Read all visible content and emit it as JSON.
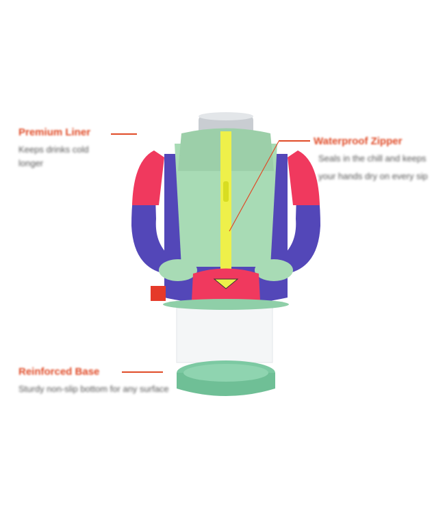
{
  "callouts": [
    {
      "title": "Premium Liner",
      "desc_lines": [
        "Keeps drinks cold",
        "longer"
      ]
    },
    {
      "title": "Waterproof Zipper",
      "desc_lines": [
        "Seals in the chill and keeps",
        "your hands dry on every sip"
      ]
    },
    {
      "title": "Reinforced Base",
      "desc_lines": [
        "Sturdy non-slip bottom for any surface"
      ]
    }
  ],
  "colors": {
    "accent": "#e04a26",
    "mint": "#a8dbb5",
    "purple": "#5347b8",
    "pink": "#f0395e",
    "yellow": "#eef04a",
    "base": "#7cc9a2"
  }
}
